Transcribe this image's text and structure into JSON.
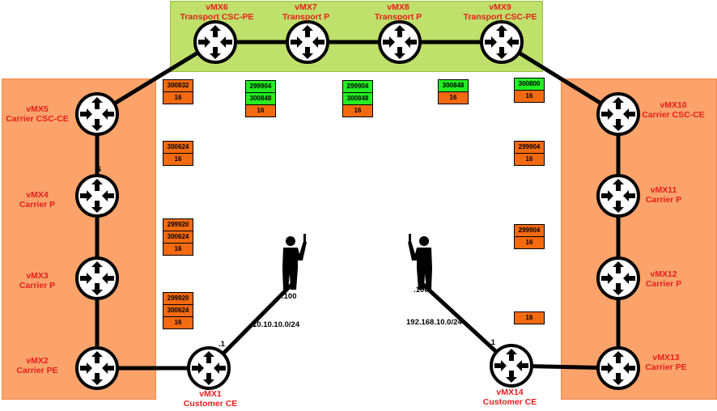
{
  "routers": [
    {
      "id": "vMX6",
      "name": "vMX6",
      "role": "Transport CSC-PE"
    },
    {
      "id": "vMX7",
      "name": "vMX7",
      "role": "Transport P"
    },
    {
      "id": "vMX8",
      "name": "vMX8",
      "role": "Transport P"
    },
    {
      "id": "vMX9",
      "name": "vMX9",
      "role": "Transport CSC-PE"
    },
    {
      "id": "vMX5",
      "name": "vMX5",
      "role": "Carrier CSC-CE"
    },
    {
      "id": "vMX4",
      "name": "vMX4",
      "role": "Carrier P"
    },
    {
      "id": "vMX3",
      "name": "vMX3",
      "role": "Carrier P"
    },
    {
      "id": "vMX2",
      "name": "vMX2",
      "role": "Carrier PE"
    },
    {
      "id": "vMX1",
      "name": "vMX1",
      "role": "Customer CE"
    },
    {
      "id": "vMX10",
      "name": "vMX10",
      "role": "Carrier CSC-CE"
    },
    {
      "id": "vMX11",
      "name": "vMX11",
      "role": "Carrier P"
    },
    {
      "id": "vMX12",
      "name": "vMX12",
      "role": "Carrier P"
    },
    {
      "id": "vMX13",
      "name": "vMX13",
      "role": "Carrier PE"
    },
    {
      "id": "vMX14",
      "name": "vMX14",
      "role": "Customer CE"
    }
  ],
  "label_stacks": [
    {
      "id": "s1",
      "labels": [
        {
          "text": "300832",
          "color": "orange"
        },
        {
          "text": "16",
          "color": "orange"
        }
      ]
    },
    {
      "id": "s2",
      "labels": [
        {
          "text": "299904",
          "color": "green"
        },
        {
          "text": "300848",
          "color": "green"
        },
        {
          "text": "16",
          "color": "orange"
        }
      ]
    },
    {
      "id": "s3",
      "labels": [
        {
          "text": "299904",
          "color": "green"
        },
        {
          "text": "300848",
          "color": "green"
        },
        {
          "text": "16",
          "color": "orange"
        }
      ]
    },
    {
      "id": "s4",
      "labels": [
        {
          "text": "300848",
          "color": "green"
        },
        {
          "text": "16",
          "color": "orange"
        }
      ]
    },
    {
      "id": "s5",
      "labels": [
        {
          "text": "300800",
          "color": "green"
        },
        {
          "text": "16",
          "color": "orange"
        }
      ]
    },
    {
      "id": "s6",
      "labels": [
        {
          "text": "300624",
          "color": "orange"
        },
        {
          "text": "16",
          "color": "orange"
        }
      ]
    },
    {
      "id": "s7",
      "labels": [
        {
          "text": "299904",
          "color": "orange"
        },
        {
          "text": "16",
          "color": "orange"
        }
      ]
    },
    {
      "id": "s8",
      "labels": [
        {
          "text": "299920",
          "color": "orange"
        },
        {
          "text": "300624",
          "color": "orange"
        },
        {
          "text": "16",
          "color": "orange"
        }
      ]
    },
    {
      "id": "s9",
      "labels": [
        {
          "text": "299904",
          "color": "orange"
        },
        {
          "text": "16",
          "color": "orange"
        }
      ]
    },
    {
      "id": "s10",
      "labels": [
        {
          "text": "299920",
          "color": "orange"
        },
        {
          "text": "300624",
          "color": "orange"
        },
        {
          "text": "16",
          "color": "orange"
        }
      ]
    },
    {
      "id": "s11",
      "labels": [
        {
          "text": "16",
          "color": "orange"
        }
      ]
    }
  ],
  "link_labels": {
    "vmx4_iface": ".6",
    "host_left_ip": ".100",
    "vmx1_iface": ".1",
    "net_left": "10.10.10.0/24",
    "host_right_ip": ".100",
    "net_right": "192.168.10.0/24",
    "vmx14_iface": ".1"
  },
  "icons": {
    "router": "router-icon",
    "host": "user-icon"
  },
  "colors": {
    "label_red": "#e81d1d",
    "carrier_zone": "#fba36a",
    "transport_zone": "#bfe06b",
    "label_orange": "#f46a10",
    "label_green": "#22ee22"
  }
}
